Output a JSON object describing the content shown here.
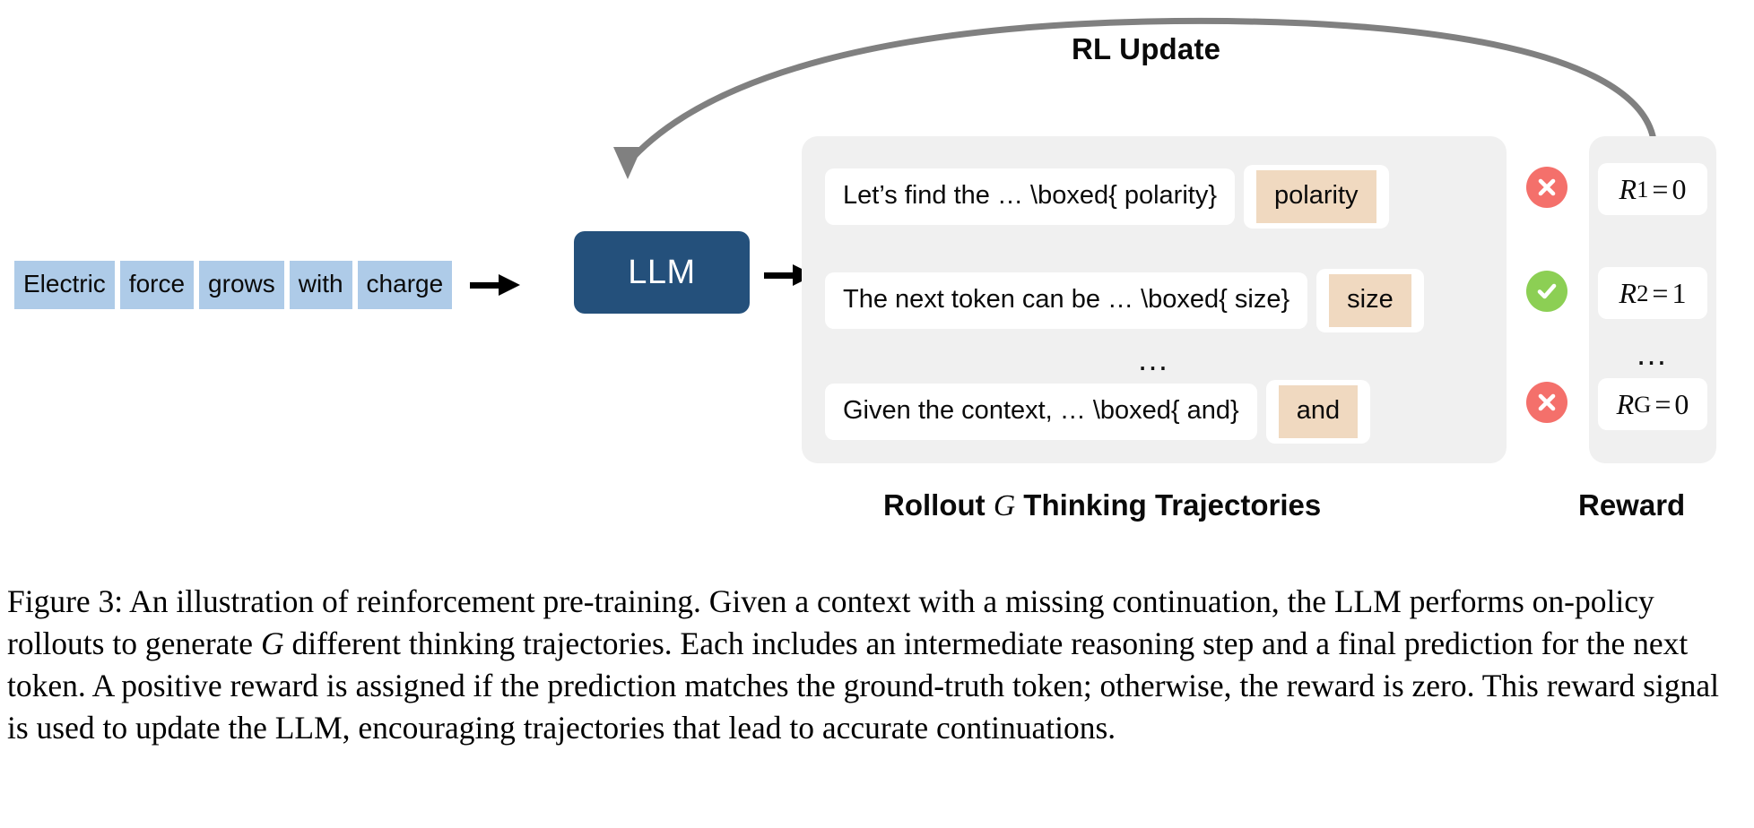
{
  "figure": {
    "rl_update_label": "RL Update",
    "llm_label": "LLM",
    "input_tokens": [
      "Electric",
      "force",
      "grows",
      "with",
      "charge"
    ],
    "rollout_caption": "Rollout ",
    "rollout_caption_math": "G",
    "rollout_caption_tail": " Thinking Trajectories",
    "reward_caption": "Reward",
    "ellipsis": "…",
    "trajectories": [
      {
        "text": "Let’s find the … \\boxed{ polarity}",
        "prediction": "polarity",
        "verdict": "cross-icon",
        "reward_symbol": "R",
        "reward_subscript": "1",
        "reward_value": "0"
      },
      {
        "text": "The next token can be … \\boxed{ size}",
        "prediction": "size",
        "verdict": "check-icon",
        "reward_symbol": "R",
        "reward_subscript": "2",
        "reward_value": "1"
      },
      {
        "text": "Given the context, … \\boxed{ and}",
        "prediction": "and",
        "verdict": "cross-icon",
        "reward_symbol": "R",
        "reward_subscript": "G",
        "reward_value": "0"
      }
    ],
    "colors": {
      "token_chip": "#aecbe8",
      "llm_box": "#24507b",
      "panel": "#f0f0f0",
      "prediction_tag": "#f0d9c0",
      "verdict_wrong": "#f4706b",
      "verdict_correct": "#8ccf54",
      "arc_arrow": "#808080"
    }
  },
  "caption": {
    "prefix": "Figure 3: ",
    "part1": "An illustration of reinforcement pre-training. Given a context with a missing continuation, the LLM performs on-policy rollouts to generate ",
    "math1": "G",
    "part2": " different thinking trajectories. Each includes an intermediate reasoning step and a final prediction for the next token. A positive reward is assigned if the prediction matches the ground-truth token; otherwise, the reward is zero. This reward signal is used to update the LLM, encouraging trajectories that lead to accurate continuations."
  }
}
